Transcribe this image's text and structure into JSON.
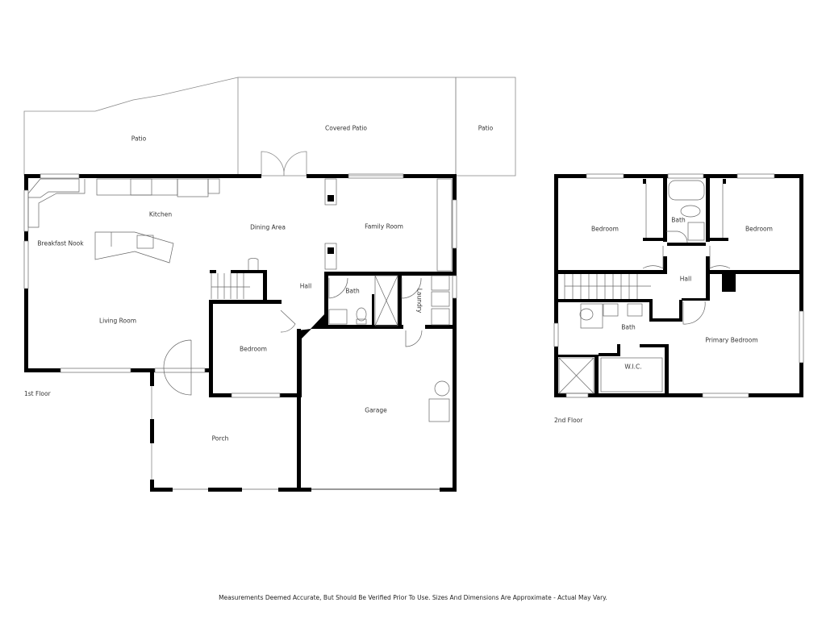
{
  "floor_plan": {
    "first_floor": {
      "label": "1st Floor",
      "rooms": {
        "patio_left": "Patio",
        "covered_patio": "Covered Patio",
        "patio_right": "Patio",
        "kitchen": "Kitchen",
        "breakfast_nook": "Breakfast Nook",
        "dining_area": "Dining Area",
        "family_room": "Family Room",
        "hall": "Hall",
        "bath": "Bath",
        "laundry": "Laundry",
        "living_room": "Living Room",
        "bedroom": "Bedroom",
        "garage": "Garage",
        "porch": "Porch"
      }
    },
    "second_floor": {
      "label": "2nd Floor",
      "rooms": {
        "bedroom_left": "Bedroom",
        "bath_top": "Bath",
        "bedroom_right": "Bedroom",
        "hall": "Hall",
        "bath_primary": "Bath",
        "primary_bedroom": "Primary Bedroom",
        "wic": "W.I.C."
      }
    },
    "disclaimer": "Measurements Deemed Accurate, But Should Be Verified Prior To Use. Sizes And Dimensions Are Approximate - Actual May Vary.",
    "colors": {
      "wall": "#000000",
      "outline": "#8a8a8a",
      "text": "#333333",
      "background": "#ffffff"
    }
  }
}
